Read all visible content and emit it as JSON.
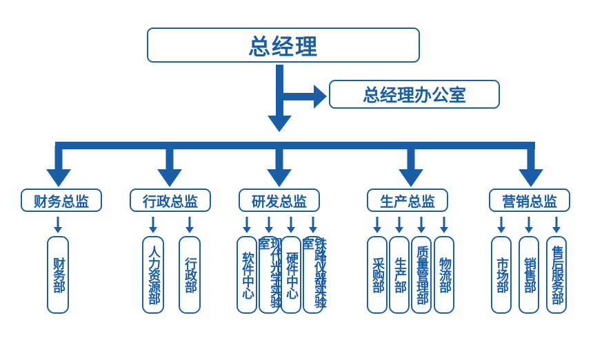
{
  "chart_data": {
    "type": "org-chart",
    "root": {
      "label": "总经理",
      "side": {
        "label": "总经理办公室"
      },
      "children": [
        {
          "label": "财务总监",
          "children": [
            "财务部"
          ]
        },
        {
          "label": "行政总监",
          "children": [
            "人力资源部",
            "行政部"
          ]
        },
        {
          "label": "研发总监",
          "children": [
            "软件中心",
            "现代光学实验室",
            "硬件中心",
            "铁路仪器实验室"
          ]
        },
        {
          "label": "生产总监",
          "children": [
            "采购部",
            "生产部",
            "质量管理部",
            "物流部"
          ]
        },
        {
          "label": "营销总监",
          "children": [
            "市场部",
            "销售部",
            "售后服务部"
          ]
        }
      ]
    }
  },
  "colors": {
    "primary": "#1a5ea5",
    "border": "#1c5ea2",
    "background": "#ffffff"
  },
  "top": {
    "title": "总经理",
    "office": "总经理办公室"
  },
  "directors": [
    {
      "label": "财务总监",
      "departments": [
        "财务部"
      ]
    },
    {
      "label": "行政总监",
      "departments": [
        "人力资源部",
        "行政部"
      ]
    },
    {
      "label": "研发总监",
      "departments": [
        "软件中心",
        "现代光学实验室",
        "硬件中心",
        "铁路仪器实验室"
      ]
    },
    {
      "label": "生产总监",
      "departments": [
        "采购部",
        "生产部",
        "质量管理部",
        "物流部"
      ]
    },
    {
      "label": "营销总监",
      "departments": [
        "市场部",
        "销售部",
        "售后服务部"
      ]
    }
  ]
}
